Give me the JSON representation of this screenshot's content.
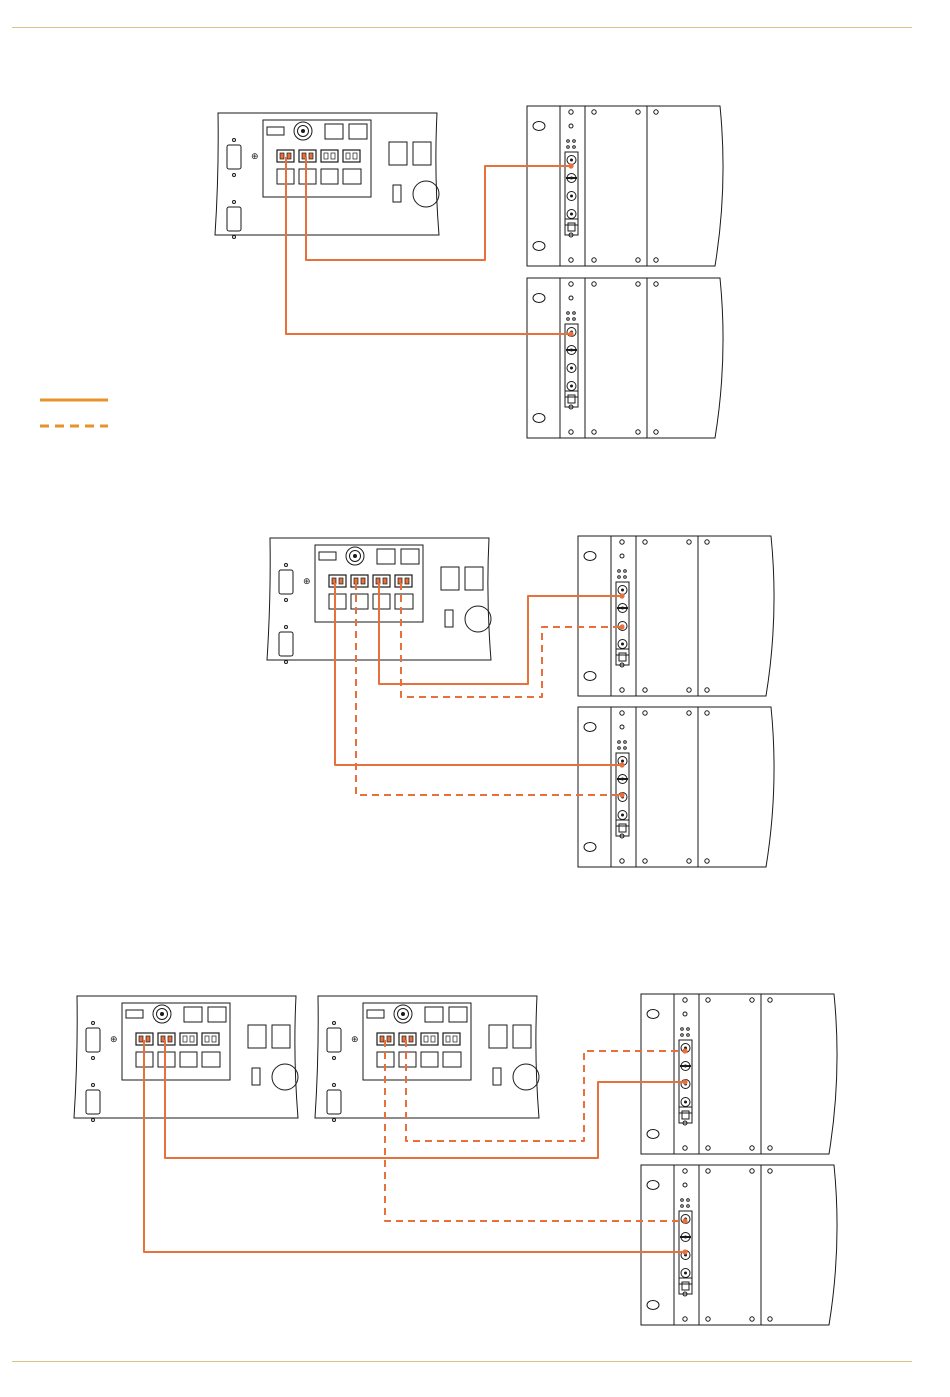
{
  "page": {
    "background": "#ffffff",
    "rule_color": "#d6c48a"
  },
  "colors": {
    "cable": "#e8703a",
    "legend": "#e8922a",
    "outline": "#1a1a1a"
  },
  "legend": {
    "solid_label": "",
    "dashed_label": ""
  },
  "diagrams": [
    {
      "id": "diagram-1",
      "panels": 1,
      "cables_solid": 2,
      "cables_dashed": 0
    },
    {
      "id": "diagram-2",
      "panels": 1,
      "cables_solid": 2,
      "cables_dashed": 2
    },
    {
      "id": "diagram-3",
      "panels": 2,
      "cables_solid": 2,
      "cables_dashed": 2
    }
  ]
}
